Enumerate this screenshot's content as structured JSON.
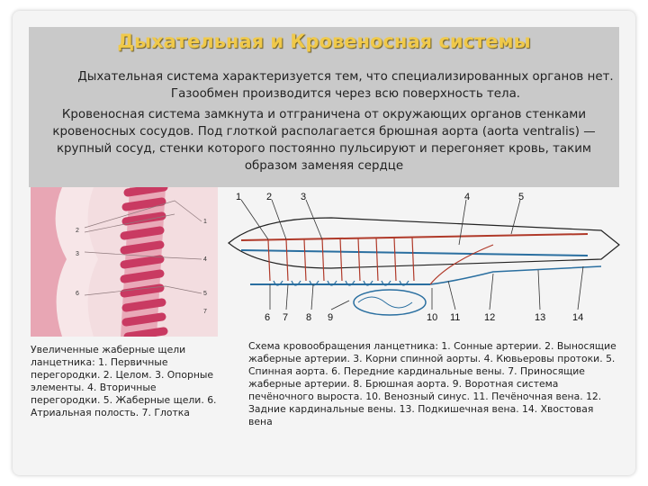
{
  "slide": {
    "title": "Дыхательная  и Кровеносная системы",
    "paragraph_respiratory": "Дыхательная система характеризуется тем, что специализированных органов нет. Газообмен производится через всю поверхность тела.",
    "paragraph_circulatory": "Кровеносная система замкнута и отграничена от окружающих органов стенками кровеносных сосудов. Под глоткой располагается брюшная аорта (aorta ventralis) — крупный сосуд, стенки которого постоянно пульсируют и перегоняет кровь, таким образом заменяя сердце"
  },
  "photo": {
    "labels": [
      "1",
      "2",
      "3",
      "4",
      "5",
      "6",
      "7"
    ],
    "caption": "Увеличенные жаберные щели ланцетника: 1. Первичные перегородки. 2. Целом. 3. Опорные элементы. 4. Вторичные перегородки. 5. Жаберные щели. 6. Атриальная полость. 7. Глотка"
  },
  "diagram": {
    "top_numbers": [
      "1",
      "2",
      "3",
      "4",
      "5"
    ],
    "bottom_numbers": [
      "6",
      "7",
      "8",
      "9",
      "10",
      "11",
      "12",
      "13",
      "14"
    ],
    "caption": "Схема кровообращения ланцетника: 1. Сонные артерии. 2. Выносящие жаберные артерии. 3. Корни спинной аорты. 4. Кювьеровы протоки. 5. Спинная аорта. 6. Передние кардинальные вены. 7. Приносящие жаберные артерии. 8. Брюшная аорта. 9. Воротная система печёночного выроста. 10. Венозный синус. 11. Печёночная вена. 12. Задние кардинальные вены. 13. Подкишечная вена. 14. Хвостовая вена"
  },
  "colors": {
    "title": "#f0c94a",
    "panel": "#c9c9c9",
    "artery": "#b03a2a",
    "vein": "#2a6fa0"
  }
}
